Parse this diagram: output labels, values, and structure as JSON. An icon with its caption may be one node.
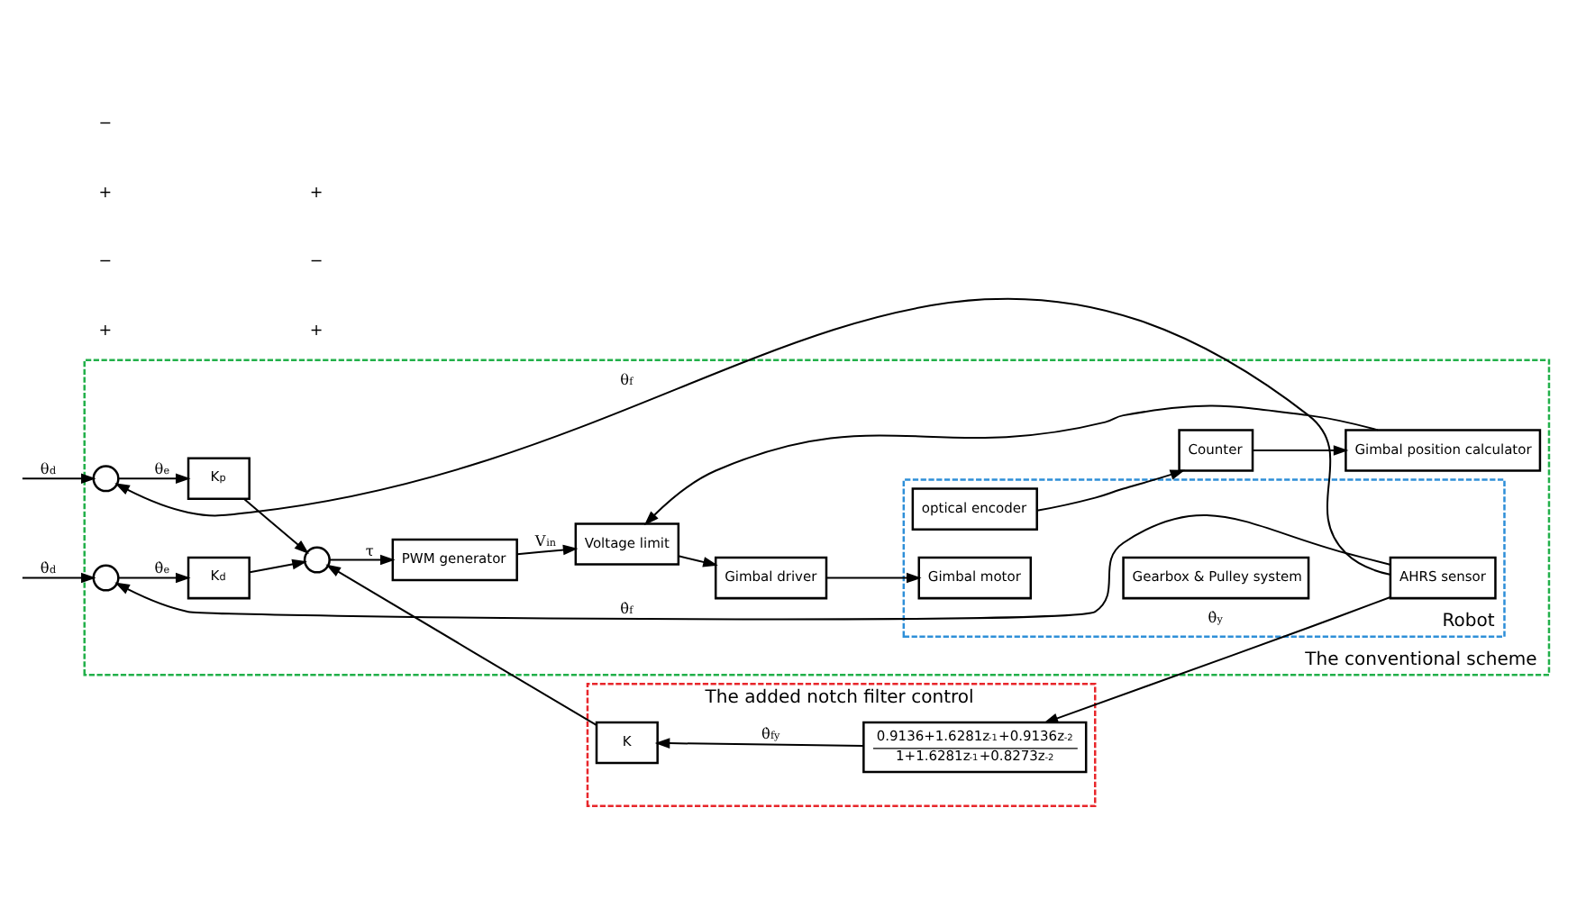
{
  "diagram": {
    "nodes": [
      {
        "text": [
          "The conventional scheme"
        ]
      },
      {
        "text": [
          "The added notch filter control"
        ]
      },
      {
        "text": [
          "Robot"
        ],
        "in": 0
      },
      {
        "text": [],
        "shape": "circle",
        "in": 0
      },
      {
        "text": [
          "K$_{p}$"
        ],
        "in": 0
      },
      {
        "text": [],
        "shape": "circle",
        "in": 0
      },
      {
        "text": [
          "PWM generator"
        ],
        "in": 0
      },
      {
        "text": [
          "Voltage limit"
        ],
        "in": 0
      },
      {
        "text": [
          "Gimbal driver"
        ],
        "in": 0
      },
      {
        "text": [
          "Gimbal motor"
        ],
        "in": 2
      },
      {
        "text": [
          "Gearbox & Pulley system"
        ],
        "in": 2
      },
      {
        "text": [
          "AHRS sensor"
        ],
        "in": 2
      },
      {
        "text": [
          "optical encoder"
        ],
        "in": 2
      },
      {
        "text": [
          "Counter"
        ],
        "in": 0
      },
      {
        "text": [
          "Gimbal position calculator"
        ],
        "in": 0
      },
      {
        "text": [],
        "shape": "circle",
        "in": 0
      },
      {
        "text": [
          "K$_{d}$"
        ],
        "in": 0
      },
      {
        "text": [
          "K"
        ],
        "in": 1
      },
      {
        "text": [
          "0.9136+1.6281z$^{-1}$+0.9136z$^{-2}$",
          "1+1.6281z$^{-1}$+0.8273z$^{-2}$"
        ],
        "in": 1
      }
    ],
    "edges": [
      {
        "from": null,
        "to": 3,
        "arrow": "to",
        "label": "θ$_{d}$"
      },
      {
        "from": 3,
        "to": 4,
        "arrow": "to",
        "label": "θ$_{e}$"
      },
      {
        "from": 4,
        "to": 5,
        "arrow": "to"
      },
      {
        "from": 5,
        "to": 6,
        "arrow": "to",
        "label": "τ"
      },
      {
        "from": 6,
        "to": 7,
        "arrow": "to",
        "label": "V$_{in}$"
      },
      {
        "from": 7,
        "to": 8,
        "arrow": "to"
      },
      {
        "from": 8,
        "to": 9,
        "arrow": "to"
      },
      {
        "from": 12,
        "to": 13,
        "arrow": "to"
      },
      {
        "from": 13,
        "to": 14,
        "arrow": "to"
      },
      {
        "from": 14,
        "to": 7,
        "arrow": "to"
      },
      {
        "from": 11,
        "to": 18,
        "arrow": "to",
        "label": "θ̇$_{y}$"
      },
      {
        "from": 18,
        "to": 17,
        "arrow": "to",
        "label": "θ̇$_{fy}$"
      },
      {
        "from": 17,
        "to": 5,
        "arrow": "to"
      },
      {
        "from": 11,
        "to": 3,
        "arrow": "to",
        "label": "θ$_{f}$"
      },
      {
        "from": null,
        "to": 15,
        "arrow": "to",
        "label": "θ̇$_{d}$"
      },
      {
        "from": 15,
        "to": 16,
        "arrow": "to",
        "label": "θ̇$_{e}$"
      },
      {
        "from": 16,
        "to": 5,
        "arrow": "to"
      },
      {
        "from": 11,
        "to": 15,
        "arrow": "to",
        "label": "θ̇$_{f}$"
      }
    ],
    "labels": [
      "+",
      "−",
      "+",
      "−",
      "+",
      "+",
      "−"
    ]
  }
}
